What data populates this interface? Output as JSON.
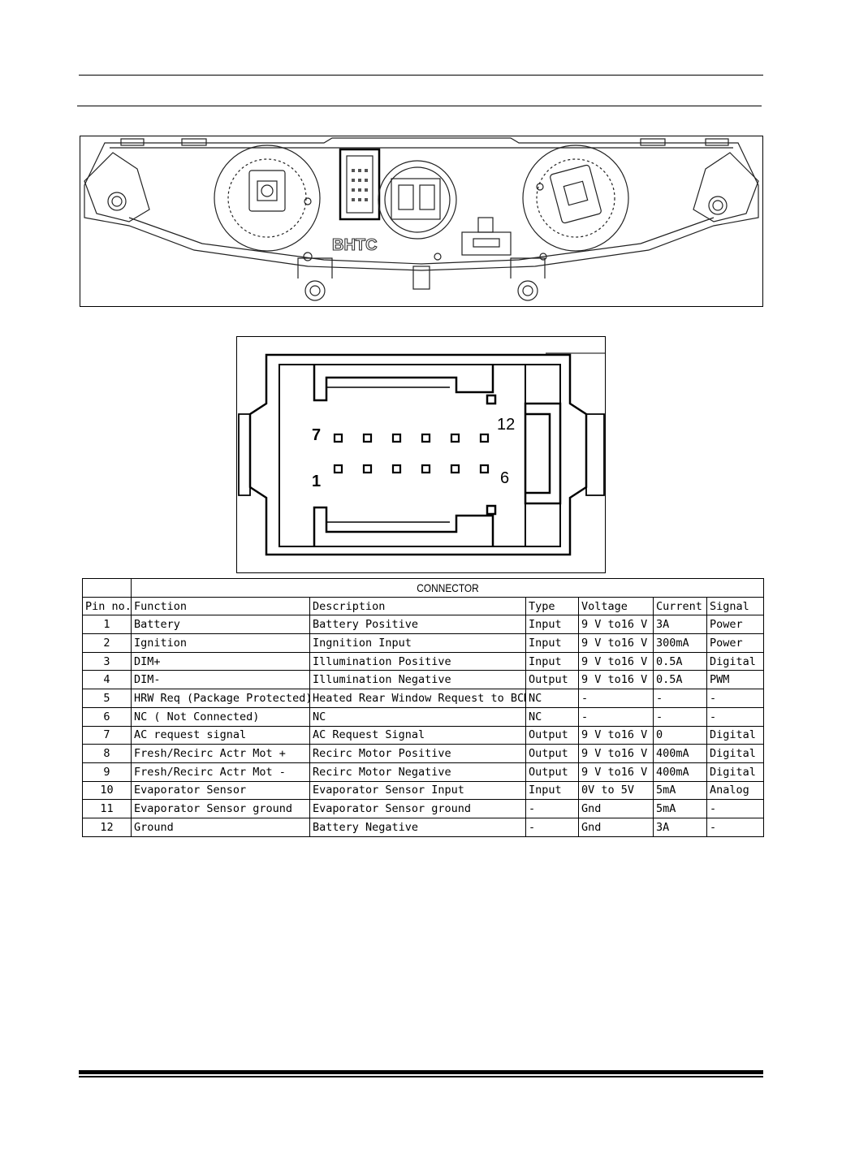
{
  "panel": {
    "brand_mark": "BHTC"
  },
  "connector": {
    "label_7": "7",
    "label_12": "12",
    "label_1": "1",
    "label_6": "6"
  },
  "table": {
    "title": "CONNECTOR",
    "headers": [
      "Pin no.",
      "Function",
      "Description",
      "Type",
      "Voltage",
      "Current",
      "Signal"
    ],
    "rows": [
      [
        "1",
        "Battery",
        "Battery Positive",
        "Input",
        "9 V to16 V",
        "3A",
        "Power"
      ],
      [
        "2",
        "Ignition",
        "Ingnition Input",
        "Input",
        "9 V to16 V",
        "300mA",
        "Power"
      ],
      [
        "3",
        "DIM+",
        "Illumination Positive",
        "Input",
        "9 V to16 V",
        "0.5A",
        "Digital"
      ],
      [
        "4",
        "DIM-",
        "Illumination Negative",
        "Output",
        "9 V to16 V",
        "0.5A",
        "PWM"
      ],
      [
        "5",
        "HRW Req (Package Protected)",
        "Heated Rear Window Request to BCM",
        "NC",
        "-",
        "-",
        "-"
      ],
      [
        "6",
        "NC ( Not Connected)",
        "NC",
        "NC",
        "-",
        "-",
        "-"
      ],
      [
        "7",
        "AC request signal",
        "AC Request Signal",
        "Output",
        "9 V to16 V",
        "0",
        "Digital"
      ],
      [
        "8",
        "Fresh/Recirc Actr Mot +",
        "Recirc Motor Positive",
        "Output",
        "9 V to16 V",
        "400mA",
        "Digital"
      ],
      [
        "9",
        "Fresh/Recirc Actr Mot -",
        "Recirc Motor Negative",
        "Output",
        "9 V to16 V",
        "400mA",
        "Digital"
      ],
      [
        "10",
        "Evaporator Sensor",
        "Evaporator Sensor Input",
        "Input",
        "0V to 5V",
        "5mA",
        "Analog"
      ],
      [
        "11",
        "Evaporator Sensor ground",
        "Evaporator Sensor ground",
        "-",
        "Gnd",
        "5mA",
        "-"
      ],
      [
        "12",
        "Ground",
        "Battery Negative",
        "-",
        "Gnd",
        "3A",
        "-"
      ]
    ]
  }
}
